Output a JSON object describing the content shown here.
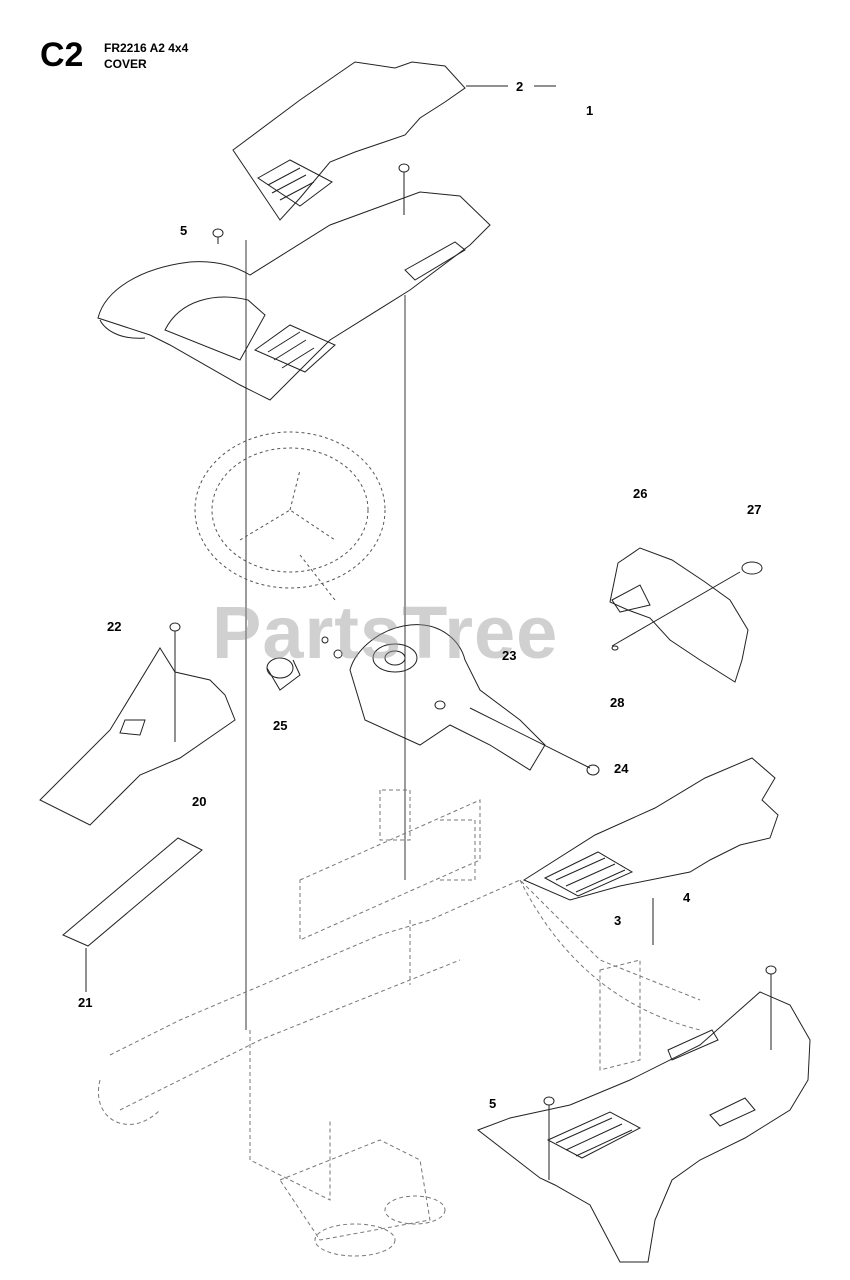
{
  "header": {
    "code": "C2",
    "model": "FR2216 A2 4x4",
    "title": "COVER"
  },
  "watermark": "PartsTree",
  "callouts": [
    {
      "id": "c1",
      "label": "1"
    },
    {
      "id": "c2",
      "label": "2"
    },
    {
      "id": "c5a",
      "label": "5"
    },
    {
      "id": "c26",
      "label": "26"
    },
    {
      "id": "c27",
      "label": "27"
    },
    {
      "id": "c22",
      "label": "22"
    },
    {
      "id": "c23",
      "label": "23"
    },
    {
      "id": "c28",
      "label": "28"
    },
    {
      "id": "c25",
      "label": "25"
    },
    {
      "id": "c24",
      "label": "24"
    },
    {
      "id": "c20",
      "label": "20"
    },
    {
      "id": "c4",
      "label": "4"
    },
    {
      "id": "c3",
      "label": "3"
    },
    {
      "id": "c21",
      "label": "21"
    },
    {
      "id": "c5b",
      "label": "5"
    }
  ]
}
